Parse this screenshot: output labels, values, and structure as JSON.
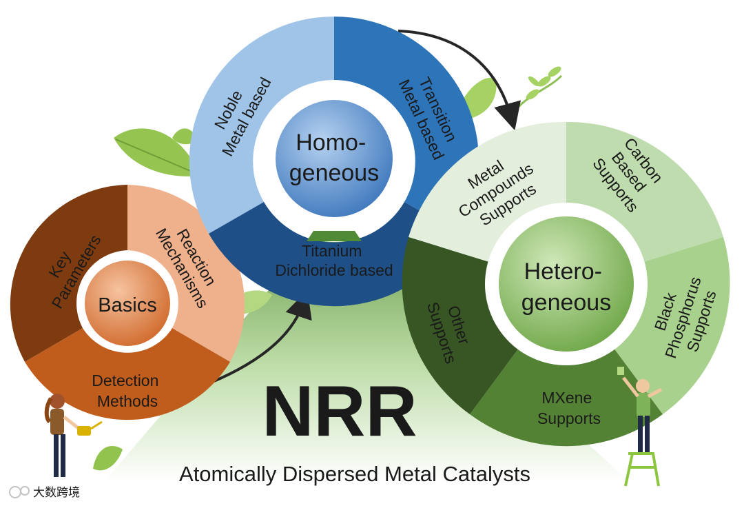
{
  "title": "NRR",
  "subtitle": "Atomically Dispersed Metal Catalysts",
  "watermark": "大数跨境",
  "colors": {
    "basics_top_left": "#7e3b10",
    "basics_top_right": "#efb18c",
    "basics_bottom": "#c15d1c",
    "basics_center": "#e48d56",
    "homo_left": "#9fc4e8",
    "homo_right": "#2e74b8",
    "homo_bottom": "#1e4f86",
    "homo_center": "#4f86c6",
    "hetero_top_left": "#e3efdc",
    "hetero_top_right": "#bfdcae",
    "hetero_right": "#a9d18e",
    "hetero_bottom": "#548235",
    "hetero_left": "#375623",
    "hetero_center": "#7fb35a",
    "triangle": "#b5d89c",
    "leaf": "#93c34f"
  },
  "basics": {
    "center": "Basics",
    "segments": {
      "key_parameters": [
        "Key",
        "Parameters"
      ],
      "reaction_mechanisms": [
        "Reaction",
        "Mechanisms"
      ],
      "detection_methods": [
        "Detection",
        "Methods"
      ]
    }
  },
  "homogeneous": {
    "center": [
      "Homo-",
      "geneous"
    ],
    "segments": {
      "noble": [
        "Noble",
        "Metal based"
      ],
      "transition": [
        "Transition",
        "Metal based"
      ],
      "titanium": [
        "Titanium",
        "Dichloride based"
      ]
    }
  },
  "heterogeneous": {
    "center": [
      "Hetero-",
      "geneous"
    ],
    "segments": {
      "metal_compounds": [
        "Metal",
        "Compounds",
        "Supports"
      ],
      "carbon": [
        "Carbon",
        "Based",
        "Supports"
      ],
      "black_phosphorus": [
        "Black",
        "Phosphorus",
        "Supports"
      ],
      "mxene": [
        "MXene",
        "Supports"
      ],
      "other": [
        "Other",
        "Supports"
      ]
    }
  }
}
